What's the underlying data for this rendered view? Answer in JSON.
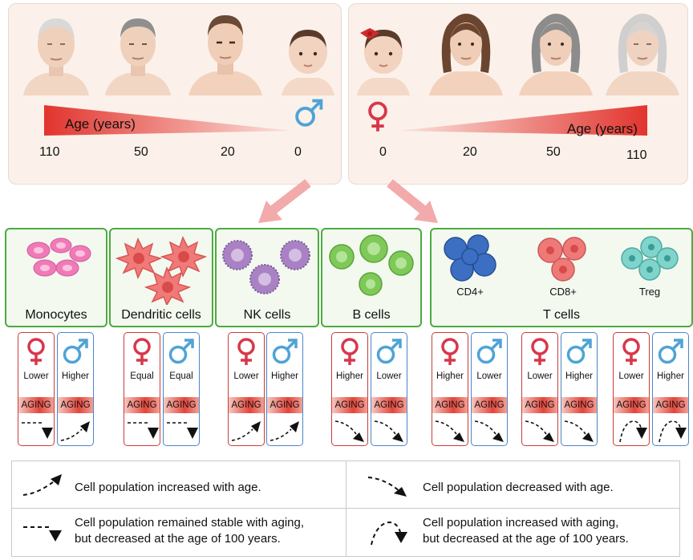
{
  "top": {
    "male": {
      "age_label": "Age (years)",
      "ticks": [
        "110",
        "50",
        "20",
        "0"
      ],
      "symbol": "male-symbol-icon",
      "color": "#4fa3d6"
    },
    "female": {
      "age_label": "Age (years)",
      "ticks": [
        "0",
        "20",
        "50",
        "110"
      ],
      "symbol": "female-symbol-icon",
      "color": "#d8374a"
    }
  },
  "cells": [
    {
      "name": "Monocytes",
      "icon": "monocyte-cluster-icon"
    },
    {
      "name": "Dendritic cells",
      "icon": "dendritic-cell-cluster-icon"
    },
    {
      "name": "NK cells",
      "icon": "nk-cell-cluster-icon"
    },
    {
      "name": "B cells",
      "icon": "b-cell-cluster-icon"
    },
    {
      "name": "T cells",
      "icon": "t-cell-cluster-icon",
      "subtypes": [
        "CD4+",
        "CD8+",
        "Treg"
      ]
    }
  ],
  "cards": [
    {
      "sex": "female",
      "level": "Lower",
      "aging": "AGING",
      "trend": "stable-then-decrease"
    },
    {
      "sex": "male",
      "level": "Higher",
      "aging": "AGING",
      "trend": "increase"
    },
    {
      "sex": "female",
      "level": "Equal",
      "aging": "AGING",
      "trend": "stable-then-decrease"
    },
    {
      "sex": "male",
      "level": "Equal",
      "aging": "AGING",
      "trend": "stable-then-decrease"
    },
    {
      "sex": "female",
      "level": "Lower",
      "aging": "AGING",
      "trend": "increase"
    },
    {
      "sex": "male",
      "level": "Higher",
      "aging": "AGING",
      "trend": "increase"
    },
    {
      "sex": "female",
      "level": "Higher",
      "aging": "AGING",
      "trend": "decrease"
    },
    {
      "sex": "male",
      "level": "Lower",
      "aging": "AGING",
      "trend": "decrease"
    },
    {
      "sex": "female",
      "level": "Higher",
      "aging": "AGING",
      "trend": "decrease"
    },
    {
      "sex": "male",
      "level": "Lower",
      "aging": "AGING",
      "trend": "decrease"
    },
    {
      "sex": "female",
      "level": "Lower",
      "aging": "AGING",
      "trend": "decrease"
    },
    {
      "sex": "male",
      "level": "Higher",
      "aging": "AGING",
      "trend": "decrease"
    },
    {
      "sex": "female",
      "level": "Lower",
      "aging": "AGING",
      "trend": "increase-then-decrease"
    },
    {
      "sex": "male",
      "level": "Higher",
      "aging": "AGING",
      "trend": "increase-then-decrease"
    }
  ],
  "legend": {
    "increase": "Cell population increased with age.",
    "decrease": "Cell population decreased with age.",
    "stable_line1": "Cell population remained stable with aging,",
    "stable_line2": "but decreased at the age of 100 years.",
    "incdec_line1": "Cell population increased with aging,",
    "incdec_line2": "but decreased at the age of 100 years."
  },
  "colors": {
    "female": "#c83c3c",
    "male": "#4a86c8",
    "green_border": "#4bab3f",
    "gradient_red": "#e2453a",
    "arrow_pink": "#f2aaaa"
  }
}
